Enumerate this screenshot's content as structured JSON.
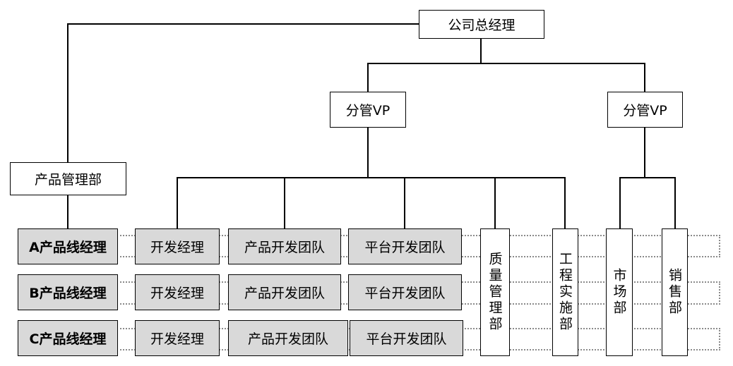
{
  "ceo": "公司总经理",
  "vp_left": "分管VP",
  "vp_right": "分管VP",
  "product_dept": "产品管理部",
  "rows": [
    {
      "line_manager": "A产品线经理",
      "dev_manager": "开发经理",
      "product_team": "产品开发团队",
      "platform_team": "平台开发团队"
    },
    {
      "line_manager": "B产品线经理",
      "dev_manager": "开发经理",
      "product_team": "产品开发团队",
      "platform_team": "平台开发团队"
    },
    {
      "line_manager": "C产品线经理",
      "dev_manager": "开发经理",
      "product_team": "产品开发团队",
      "platform_team": "平台开发团队"
    }
  ],
  "quality_dept": "质量管理部",
  "engineering_dept": "工程实施部",
  "market_dept": "市场部",
  "sales_dept": "销售部"
}
